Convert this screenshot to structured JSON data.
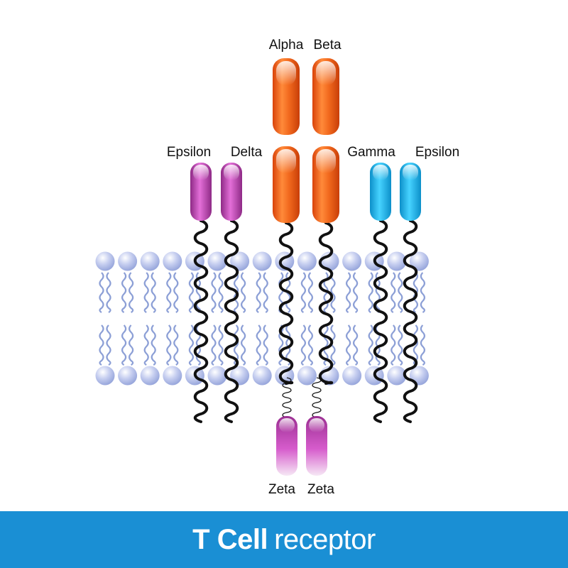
{
  "title": {
    "bold": "T Cell",
    "light": "receptor"
  },
  "labels": {
    "alpha": "Alpha",
    "beta": "Beta",
    "epsilon_left": "Epsilon",
    "delta": "Delta",
    "gamma": "Gamma",
    "epsilon_right": "Epsilon",
    "zeta_left": "Zeta",
    "zeta_right": "Zeta"
  },
  "colors": {
    "alpha_beta": "#f25c12",
    "epsilon_delta": "#b23ea8",
    "gamma_epsilon": "#1aaee0",
    "zeta": "#b23ea8",
    "membrane_heads": "#aeb9e8",
    "lipid_tails": "#8c9fd6",
    "footer_band": "#1a8fd4"
  }
}
